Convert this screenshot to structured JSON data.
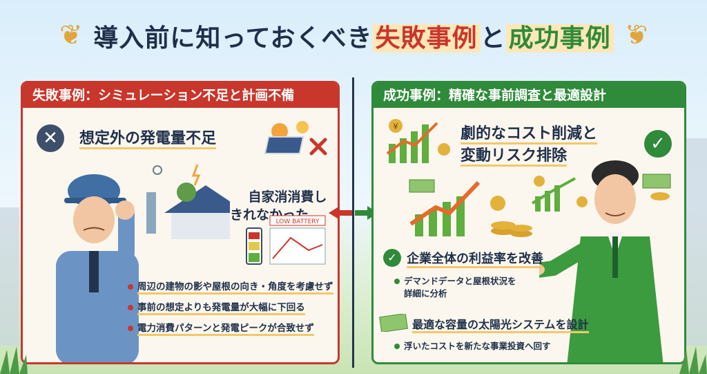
{
  "title": {
    "part1": "導入前に知っておくべき",
    "part2": "失敗事例",
    "part3": "と",
    "part4": "成功事例"
  },
  "left_panel": {
    "header": "失敗事例：シミュレーション不足と計画不備",
    "headline": "想定外の発電量不足",
    "sub_caption": "自家消消費し\nきれなかった",
    "battery_label": "LOW BATTERY",
    "bullets": [
      "周辺の建物の影や屋根の向き・角度を考慮せず",
      "事前の想定よりも発電量が大幅に下回る",
      "電力消費パターンと発電ピークが合致せず"
    ]
  },
  "right_panel": {
    "header": "成功事例：精確な事前調査と最適設計",
    "headline_line1": "劇的なコスト削減と",
    "headline_line2": "変動リスク排除",
    "check_headline": "企業全体の利益率を改善",
    "bullet1_line1": "デマンドデータと屋根状況を",
    "bullet1_line2": "詳細に分析",
    "highlight": "最適な容量の太陽光システムを設計",
    "bullet2": "浮いたコストを新たな事業投資へ回す"
  },
  "icons": {
    "fail_mark": "x-circle-icon",
    "success_mark": "check-circle-icon",
    "yen": "¥"
  },
  "colors": {
    "fail": "#c9362b",
    "success": "#2f8a3a",
    "navy": "#1f2f4a",
    "highlight": "#f2c86a"
  }
}
